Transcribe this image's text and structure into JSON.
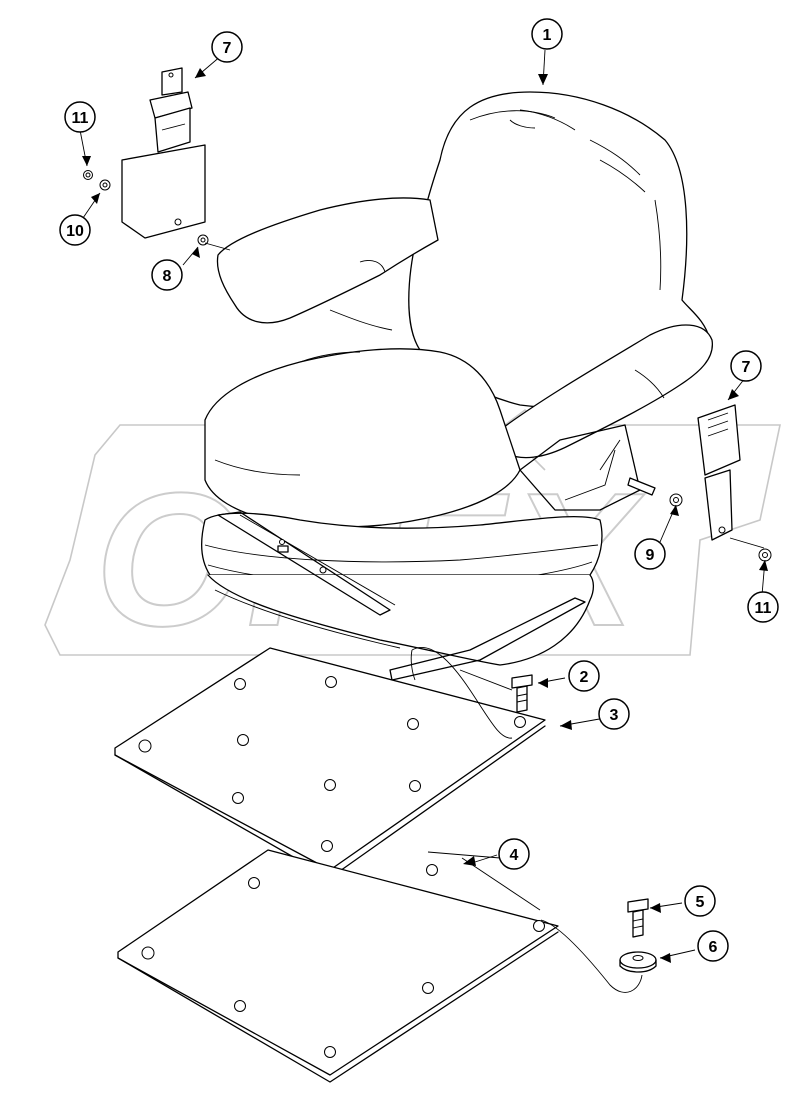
{
  "diagram": {
    "watermark": "OPEX",
    "callouts": [
      {
        "id": "1",
        "label": "1"
      },
      {
        "id": "2",
        "label": "2"
      },
      {
        "id": "3",
        "label": "3"
      },
      {
        "id": "4",
        "label": "4"
      },
      {
        "id": "5",
        "label": "5"
      },
      {
        "id": "6",
        "label": "6"
      },
      {
        "id": "7a",
        "label": "7"
      },
      {
        "id": "7b",
        "label": "7"
      },
      {
        "id": "8",
        "label": "8"
      },
      {
        "id": "9",
        "label": "9"
      },
      {
        "id": "10",
        "label": "10"
      },
      {
        "id": "11a",
        "label": "11"
      },
      {
        "id": "11b",
        "label": "11"
      }
    ]
  }
}
